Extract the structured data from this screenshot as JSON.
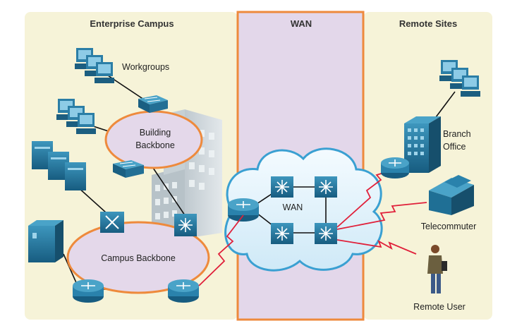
{
  "sections": {
    "enterprise": "Enterprise Campus",
    "wan": "WAN",
    "remote": "Remote Sites"
  },
  "labels": {
    "workgroups": "Workgroups",
    "building_line1": "Building",
    "building_line2": "Backbone",
    "campus_backbone": "Campus Backbone",
    "wan_cloud": "WAN",
    "branch_line1": "Branch",
    "branch_line2": "Office",
    "telecommuter": "Telecommuter",
    "remote_user": "Remote User"
  },
  "colors": {
    "campus_panel": "#f6f3d8",
    "wan_panel": "#e3d7ea",
    "wan_border": "#ee8a3c",
    "ellipse_fill": "#e4d8ea",
    "ellipse_border": "#ee8a3c",
    "device_blue": "#1f6f95",
    "link_black": "#111111",
    "link_red": "#e0203a",
    "cloud_fill": "#dff1fb",
    "cloud_border": "#3aa0d2"
  }
}
